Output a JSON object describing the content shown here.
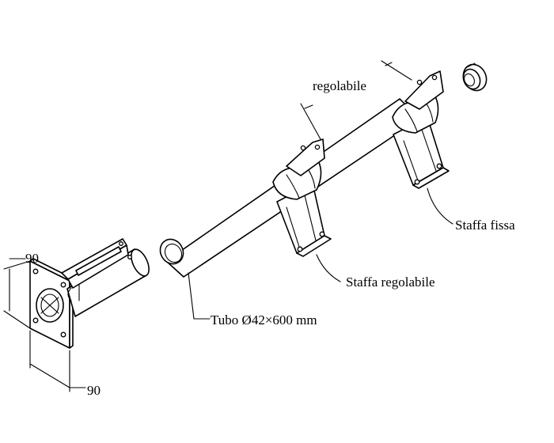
{
  "labels": {
    "regolabile": "regolabile",
    "staffa_fissa": "Staffa fissa",
    "staffa_regolabile": "Staffa regolabile",
    "tubo": "Tubo Ø42×600 mm",
    "dim_height": "90",
    "dim_width": "90"
  }
}
